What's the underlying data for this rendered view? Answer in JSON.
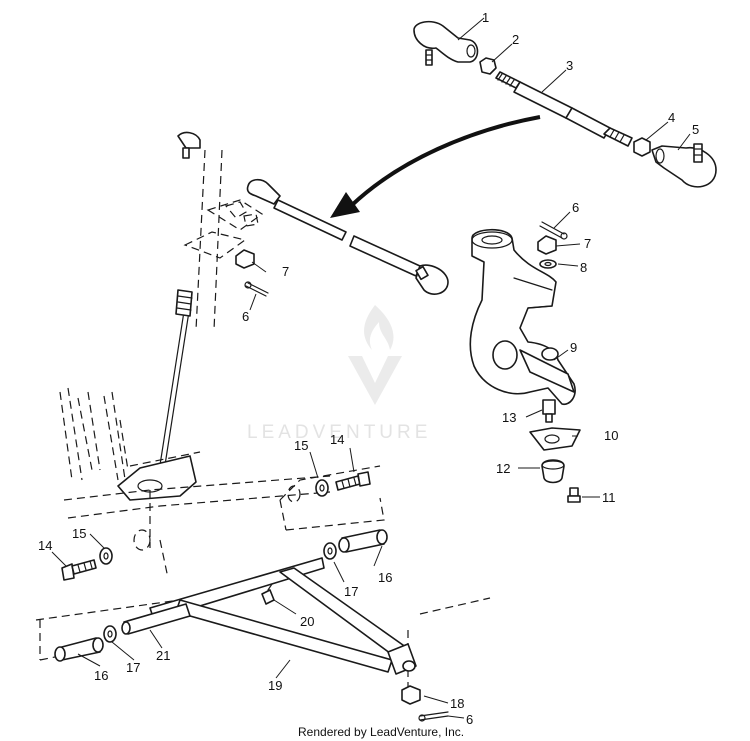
{
  "watermark": "LEADVENTURE",
  "footer": "Rendered by LeadVenture, Inc.",
  "callouts": {
    "c1": "1",
    "c2": "2",
    "c3": "3",
    "c4": "4",
    "c5": "5",
    "c6a": "6",
    "c6b": "6",
    "c6c": "6",
    "c7a": "7",
    "c7b": "7",
    "c8": "8",
    "c9": "9",
    "c10": "10",
    "c11": "11",
    "c12": "12",
    "c13": "13",
    "c14a": "14",
    "c14b": "14",
    "c15a": "15",
    "c15b": "15",
    "c16a": "16",
    "c16b": "16",
    "c17a": "17",
    "c17b": "17",
    "c18": "18",
    "c19": "19",
    "c20": "20",
    "c21": "21"
  }
}
